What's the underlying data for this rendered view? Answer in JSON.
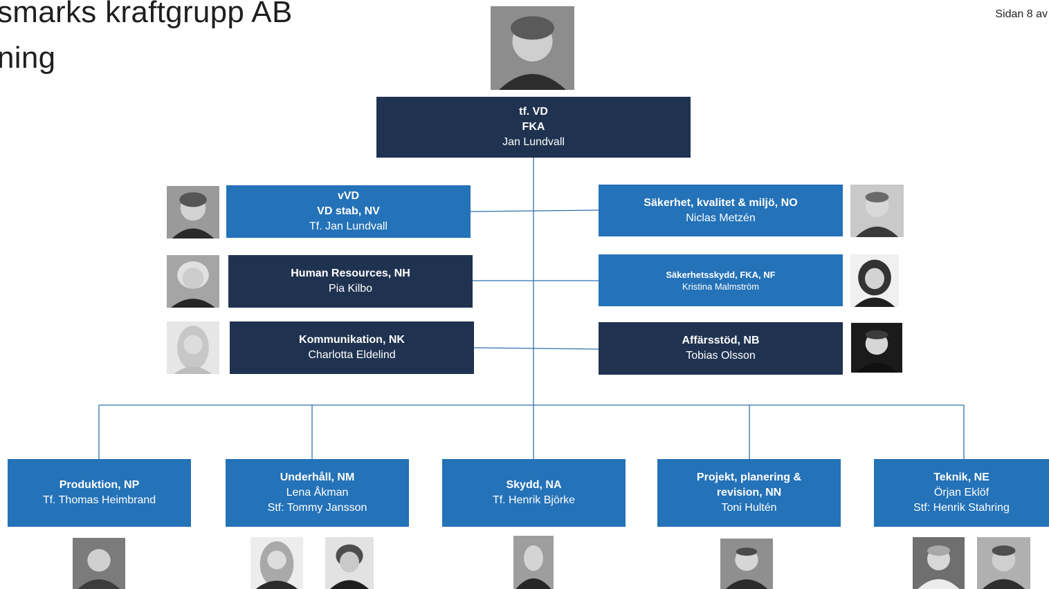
{
  "header": {
    "title_line1": "smarks kraftgrupp AB",
    "title_line2": "ning",
    "page_line1": "",
    "page_line2": "Sidan 8 av"
  },
  "ceo": {
    "title": "tf. VD",
    "unit": "FKA",
    "name": "Jan Lundvall"
  },
  "staff_left": [
    {
      "title": "vVD",
      "unit": "VD stab, NV",
      "name": "Tf. Jan Lundvall"
    },
    {
      "unit": "Human Resources, NH",
      "name": "Pia Kilbo"
    },
    {
      "unit": "Kommunikation, NK",
      "name": "Charlotta Eldelind"
    }
  ],
  "staff_right": [
    {
      "unit": "Säkerhet, kvalitet & miljö, NO",
      "name": "Niclas Metzén"
    },
    {
      "unit": "Säkerhetsskydd, FKA, NF",
      "name": "Kristina Malmström"
    },
    {
      "unit": "Affärsstöd,  NB",
      "name": "Tobias Olsson"
    }
  ],
  "departments": [
    {
      "unit": "Produktion, NP",
      "name": "Tf. Thomas Heimbrand",
      "deputy": ""
    },
    {
      "unit": "Underhåll, NM",
      "name": "Lena Åkman",
      "deputy": "Stf: Tommy Jansson"
    },
    {
      "unit": "Skydd, NA",
      "name": "Tf. Henrik Björke",
      "deputy": ""
    },
    {
      "unit": "Projekt, planering & revision, NN",
      "name": "Toni Hultén",
      "deputy": ""
    },
    {
      "unit": "Teknik, NE",
      "name": "Örjan Eklöf",
      "deputy": "Stf: Henrik Stahring"
    }
  ],
  "colors": {
    "light_box": "#2472b8",
    "dark_box": "#1f3350",
    "connector": "#2f6fae"
  }
}
